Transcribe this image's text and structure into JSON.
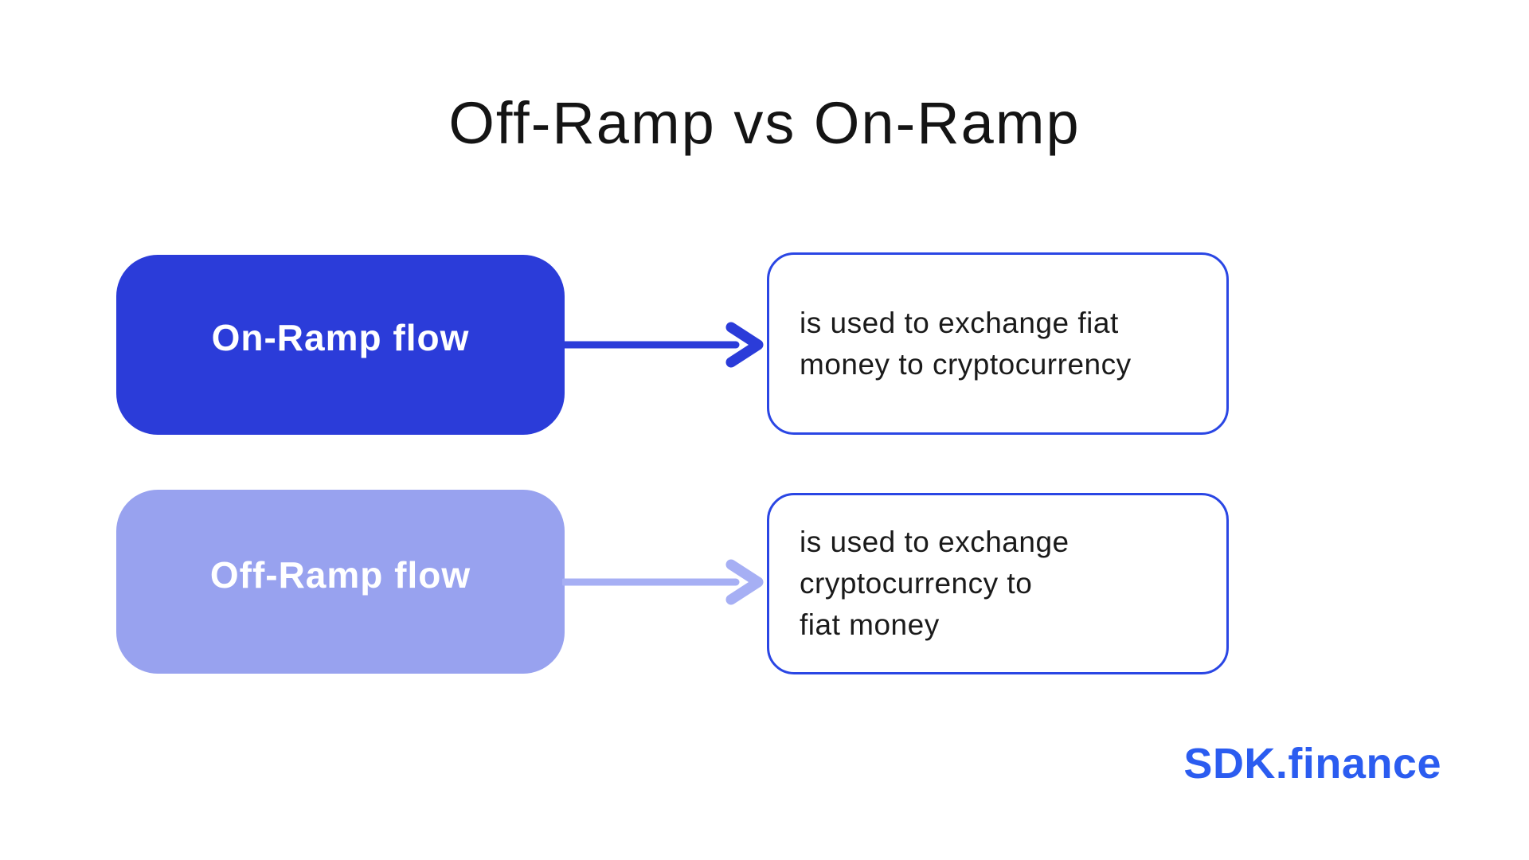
{
  "title": "Off-Ramp vs On-Ramp",
  "rows": [
    {
      "label": "On-Ramp flow",
      "description_lines": [
        "is used to exchange fiat",
        "money to cryptocurrency"
      ],
      "box_color": "#2B3CD9",
      "arrow_color": "#2B3CD9"
    },
    {
      "label": "Off-Ramp flow",
      "description_lines": [
        "is used to exchange",
        "cryptocurrency to",
        "fiat money"
      ],
      "box_color": "#98A2EF",
      "arrow_color": "#A6AFF4"
    }
  ],
  "brand": {
    "logo_text": "SDK.finance",
    "logo_color": "#2B5CF0"
  },
  "colors": {
    "background": "#FFFFFF",
    "title_text": "#141414",
    "description_text": "#1A1A1A",
    "description_border": "#2A46E4"
  }
}
